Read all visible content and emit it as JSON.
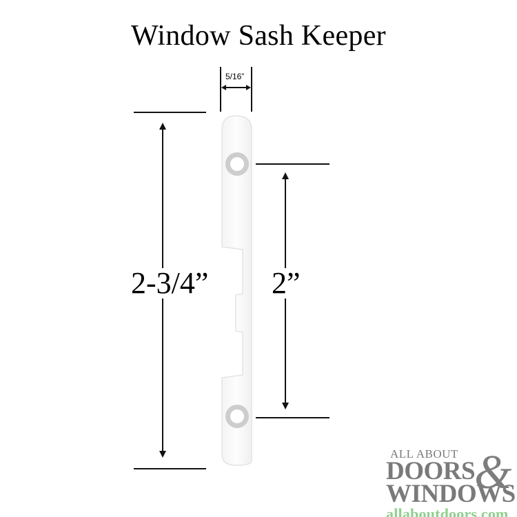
{
  "title": "Window Sash Keeper",
  "dimensions": {
    "width_label": "5/16”",
    "overall_length_label": "2-3/4”",
    "hole_spacing_label": "2”"
  },
  "logo": {
    "line1": "ALL ABOUT",
    "line2": "DOORS",
    "ampersand": "&",
    "line3": "WINDOWS",
    "url": "allaboutdoors.com",
    "text_color": "#7a7a7a",
    "url_color": "#8fcf8f"
  },
  "part": {
    "fill_color": "#fbfbfb",
    "edge_color": "#e3e3e3",
    "hole_ring_color": "#c9c9c9"
  }
}
